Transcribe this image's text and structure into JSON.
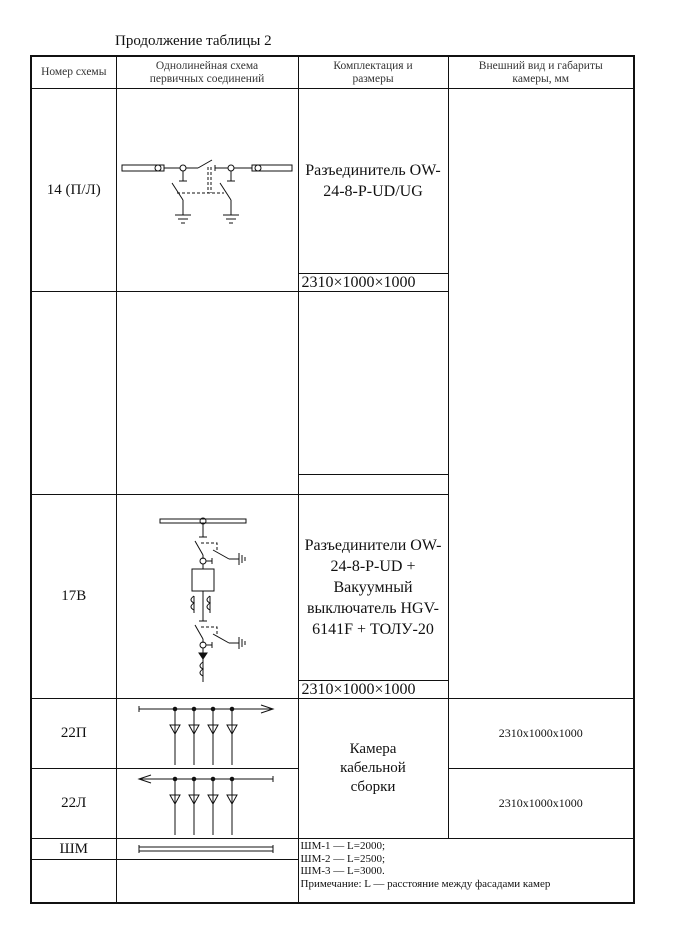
{
  "caption": "Продолжение таблицы 2",
  "headers": [
    "Номер схемы",
    "Однолинейная схема первичных соединений",
    "Комплектация и размеры",
    "Внешний вид и габариты камеры, мм"
  ],
  "rows": {
    "r14": {
      "number": "14 (П/Л)",
      "equipment": "Разъединитель OW-24-8-P-UD/UG",
      "dims": "2310×1000×1000"
    },
    "r17": {
      "number": "17В",
      "equipment": "Разъединители OW-24-8-P-UD + Вакуумный выключатель HGV-6141F + ТОЛУ-20",
      "dims": "2310×1000×1000"
    },
    "r22p": {
      "number": "22П",
      "appearance": "2310x1000x1000"
    },
    "r22l": {
      "number": "22Л",
      "appearance": "2310x1000x1000"
    },
    "cable_assembly": "Камера кабельной сборки",
    "shm": {
      "number": "ШМ",
      "lines": [
        "ШМ-1 — L=2000;",
        "ШМ-2 — L=2500;",
        "ШМ-3 — L=3000.",
        "Примечание: L — расстояние между фасадами камер"
      ]
    }
  }
}
